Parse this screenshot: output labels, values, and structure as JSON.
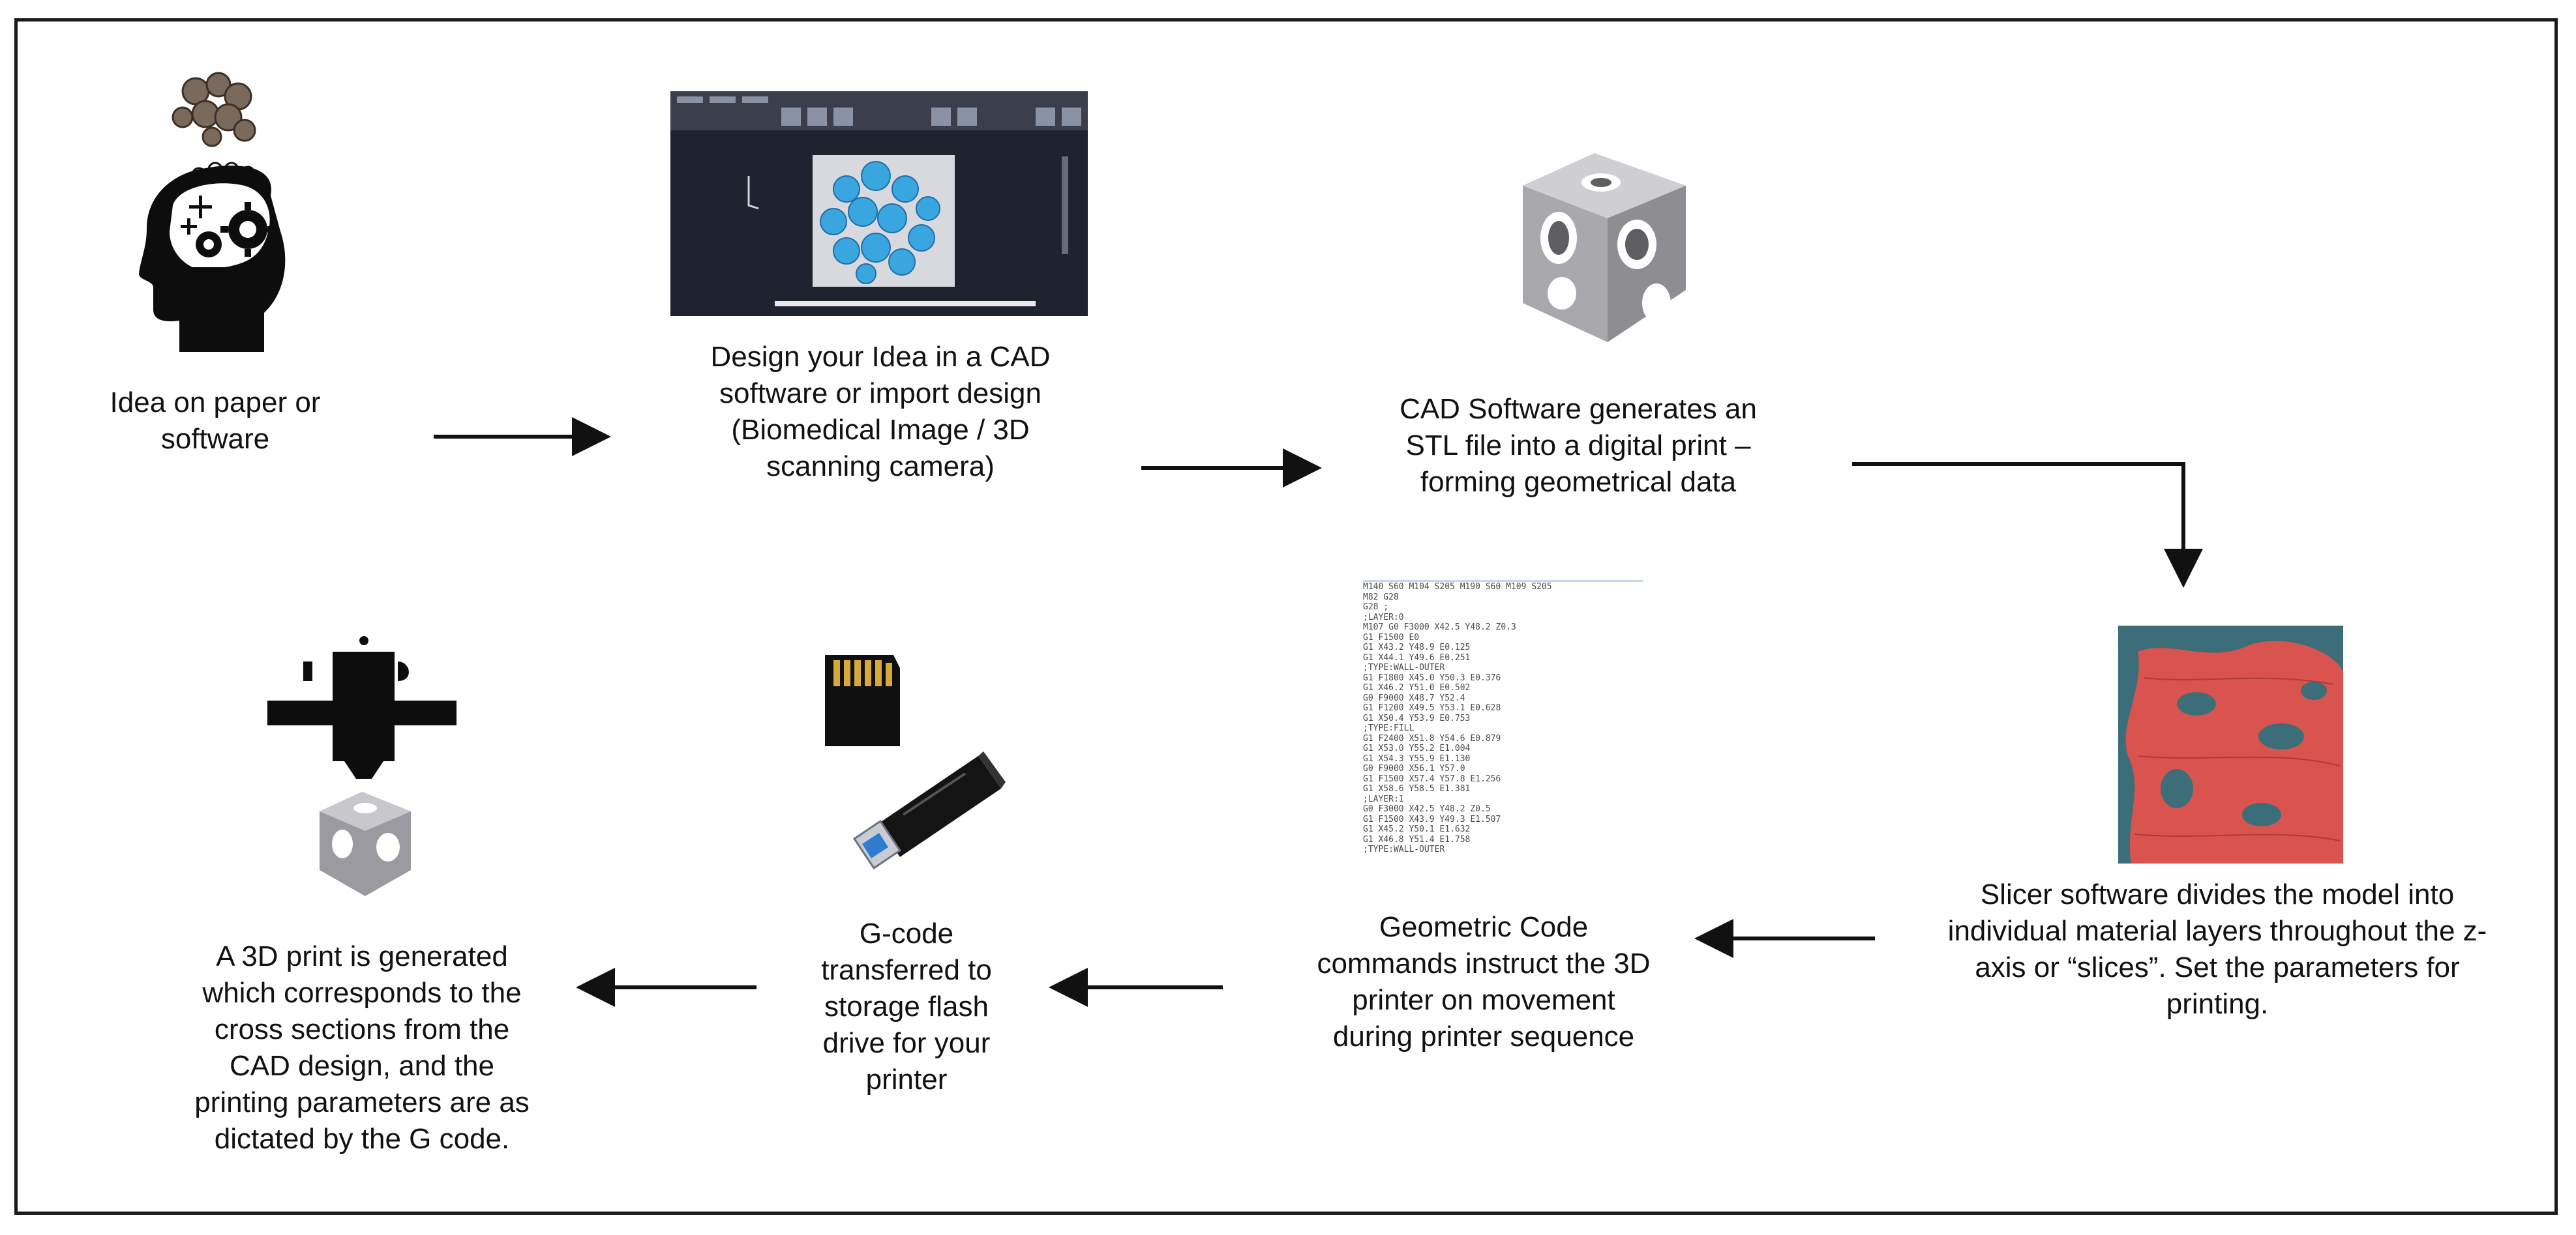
{
  "steps": {
    "idea": "Idea on paper or\nsoftware",
    "cad_design": "Design your Idea in a CAD\nsoftware or import design\n(Biomedical Image / 3D\nscanning camera)",
    "stl": "CAD Software generates an\nSTL file into a digital print –\nforming geometrical data",
    "slicer": "Slicer software divides the model into\nindividual material layers throughout the z-\naxis or “slices”. Set the parameters for\nprinting.",
    "gcode": "Geometric Code\ncommands instruct the 3D\nprinter on movement\nduring printer sequence",
    "transfer": "G-code\ntransferred to\nstorage flash\ndrive for your\nprinter",
    "print": "A 3D print is generated\nwhich corresponds to the\ncross sections from the\nCAD design, and the\nprinting parameters are as\ndictated by the G code."
  },
  "icons": {
    "idea": "head-gears-icon",
    "cad": "cad-software-screenshot",
    "stl": "stl-lattice-model",
    "slicer": "sliced-model-image",
    "gcode": "gcode-listing",
    "storage": "sd-card-usb-drive-icon",
    "printer": "printer-nozzle-icon"
  },
  "colors": {
    "cad_background": "#1f2330",
    "lattice_blue": "#3aa6e0",
    "slice_red": "#d9534f",
    "slice_teal": "#3b6e78"
  }
}
